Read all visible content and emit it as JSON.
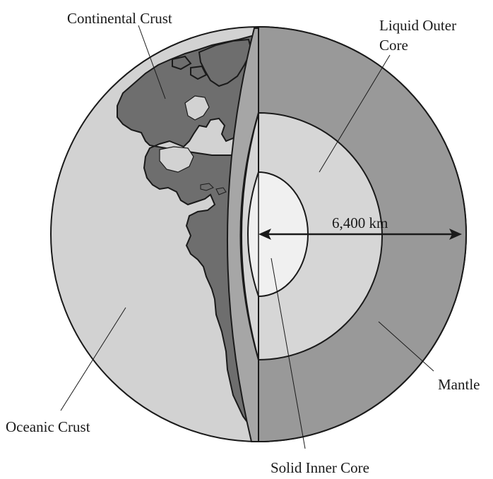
{
  "labels": {
    "continental_crust": "Continental Crust",
    "liquid_outer_core_line1": "Liquid Outer",
    "liquid_outer_core_line2": "Core",
    "radius": "6,400 km",
    "mantle": "Mantle",
    "oceanic_crust": "Oceanic Crust",
    "solid_inner_core": "Solid Inner Core"
  },
  "colors": {
    "ocean": "#d2d2d2",
    "land": "#6e6e6e",
    "mantle": "#999999",
    "cut_face": "#a6a6a6",
    "outer_core": "#d6d6d6",
    "inner_core": "#f0f0f0",
    "ink": "#1a1a1a"
  }
}
